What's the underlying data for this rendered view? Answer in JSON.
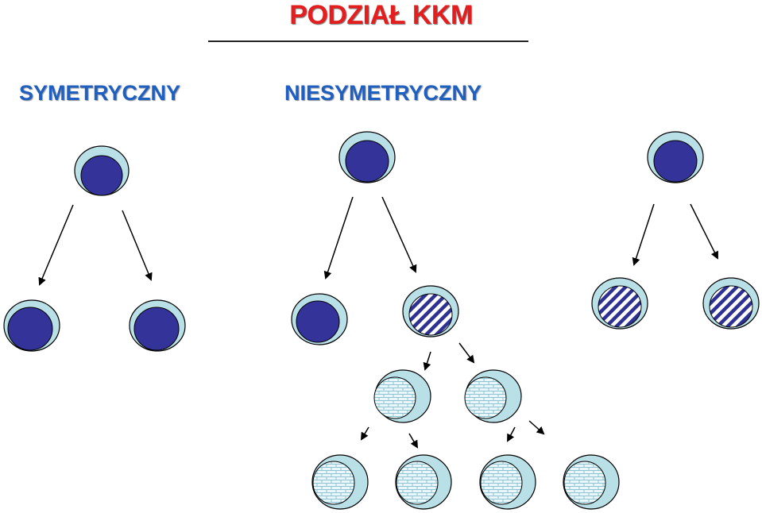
{
  "title": "PODZIAŁ KKM",
  "labels": {
    "symmetric": "SYMETRYCZNY",
    "asymmetric": "NIESYMETRYCZNY"
  },
  "colors": {
    "title": "#e41e1e",
    "label": "#1f5fbf",
    "cell_outer": "#b9dfe7",
    "nucleus": "#333399",
    "stripe": "#2e3192",
    "brick": "#8cc4d2"
  }
}
